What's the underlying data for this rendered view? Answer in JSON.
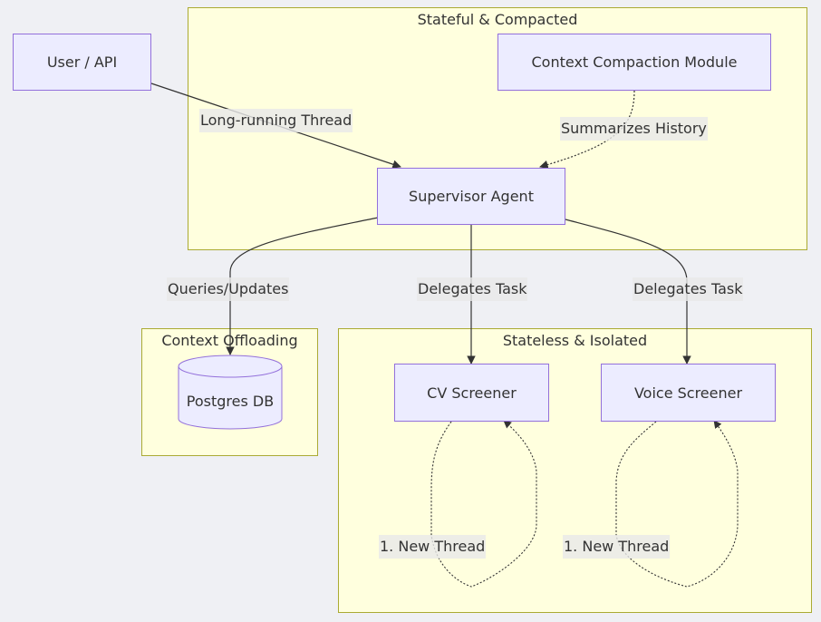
{
  "clusters": {
    "stateful": "Stateful & Compacted",
    "offloading": "Context Offloading",
    "stateless": "Stateless & Isolated"
  },
  "nodes": {
    "user": "User / API",
    "compaction": "Context Compaction Module",
    "supervisor": "Supervisor Agent",
    "postgres": "Postgres DB",
    "cv": "CV Screener",
    "voice": "Voice Screener"
  },
  "edges": {
    "user_supervisor": "Long-running Thread",
    "compaction_supervisor": "Summarizes History",
    "supervisor_db": "Queries/Updates",
    "supervisor_cv": "Delegates Task",
    "supervisor_voice": "Delegates Task",
    "cv_loop": "1. New Thread",
    "voice_loop": "1. New Thread"
  },
  "colors": {
    "node_fill": "#ececff",
    "node_stroke": "#9370db",
    "cluster_fill": "#ffffde",
    "cluster_stroke": "#aaaa33",
    "edge": "#333333"
  }
}
